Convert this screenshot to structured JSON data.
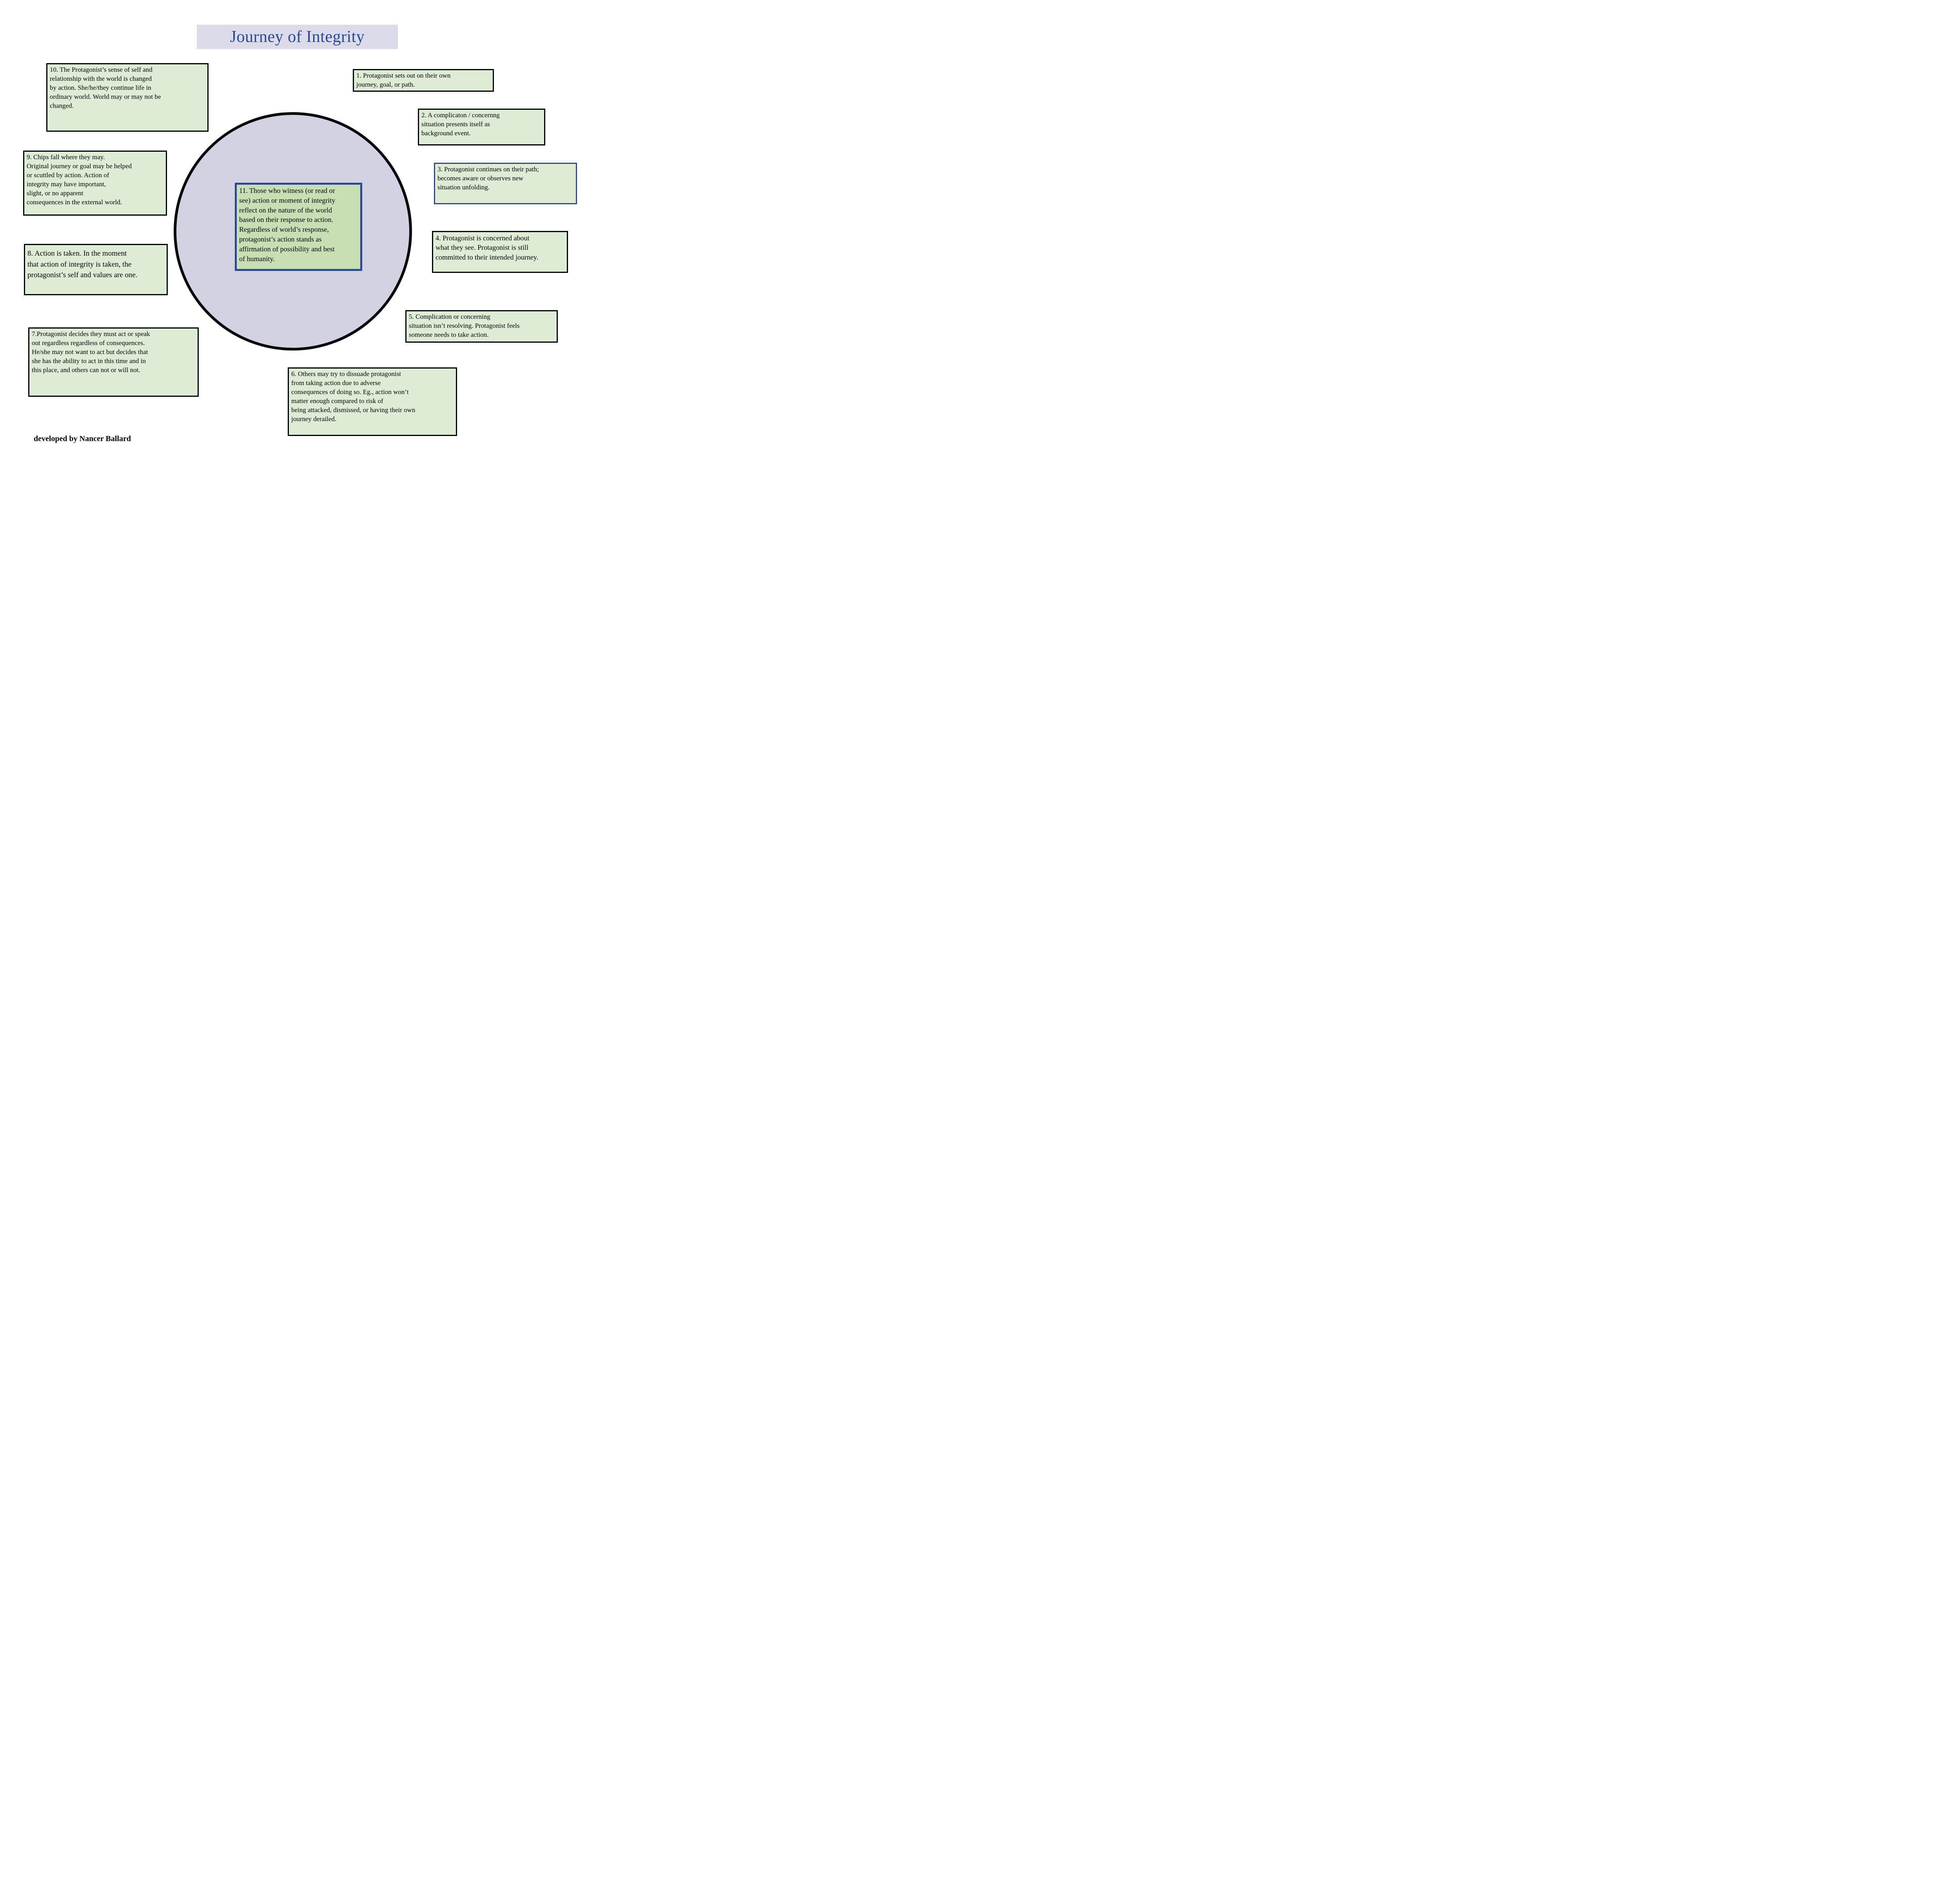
{
  "title": {
    "text": "Journey of Integrity"
  },
  "footer": {
    "credit": "developed by Nancer Ballard"
  },
  "colors": {
    "title_background": "#dbdbe9",
    "title_text": "#2a4896",
    "note_background": "#deecd6",
    "note_border": "#000000",
    "highlight_border_blue": "#2a4896",
    "center_note_background": "#c8dfb3",
    "circle_fill": "#d2d2e2",
    "circle_border": "#0a0a0a"
  },
  "boxes": [
    {
      "id": 1,
      "text": "1. Protagonist sets out on their own\njourney, goal, or path."
    },
    {
      "id": 2,
      "text": "2. A complicaton / concernng\nsituation presents itself as\nbackground event."
    },
    {
      "id": 3,
      "text": "3. Protagonist continues on their path;\nbecomes aware or observes new\nsituation unfolding."
    },
    {
      "id": 4,
      "text": "4. Protagonist is concerned about\nwhat they see.   Protagonist is still\ncommitted to their intended journey."
    },
    {
      "id": 5,
      "text": "5. Complication or concerning\nsituation isn’t resolving.  Protagonist feels\nsomeone needs to take action."
    },
    {
      "id": 6,
      "text": "6. Others may try to dissuade protagonist\nfrom taking action due to adverse\nconsequences of doing so. Eg., action won’t\nmatter enough compared to risk of\nbeing attacked, dismissed, or having their own\njourney derailed."
    },
    {
      "id": 7,
      "text": "7.Protagonist decides they must act or speak\nout regardless regardless of consequences.\nHe/she may not want to act but decides that\nshe has the ability to act in this time and in\nthis place, and others can not or will not."
    },
    {
      "id": 8,
      "text": "8. Action is taken.  In the moment\nthat action of integrity is taken, the\nprotagonist’s self and values are one."
    },
    {
      "id": 9,
      "text": "9. Chips fall where they may.\nOriginal journey or goal may be helped\nor scuttled by action. Action of\nintegrity may have important,\nslight, or no apparent\nconsequences in the external world."
    },
    {
      "id": 10,
      "text": "10. The Protagonist’s sense of self and\nrelationship with the world  is changed\nby action. She/he/they continue life in\nordinary world. World may or may not be\nchanged."
    },
    {
      "id": 11,
      "text": "11. Those who witness (or read or\nsee) action or moment of integrity\nreflect on the nature of the world\nbased on their response to action.\nRegardless of world’s response,\nprotagonist’s action stands as\naffirmation of possibility and best\nof humanity."
    }
  ]
}
